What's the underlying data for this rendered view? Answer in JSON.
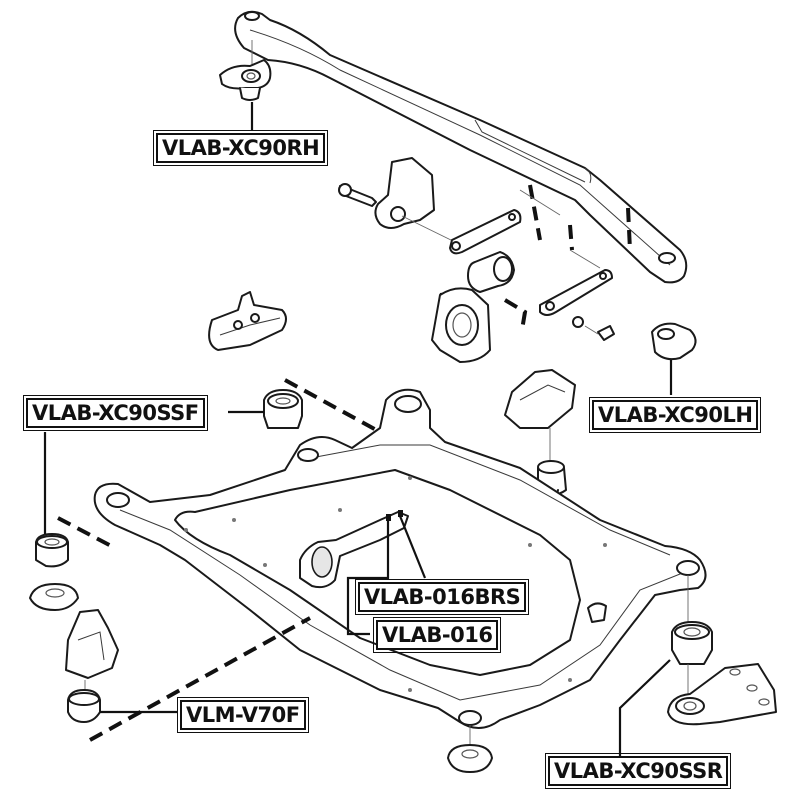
{
  "diagram": {
    "title": "Front subframe and engine mounts exploded view",
    "labels": [
      {
        "id": "xc90rh",
        "text": "VLAB-XC90RH"
      },
      {
        "id": "xc90ssf",
        "text": "VLAB-XC90SSF"
      },
      {
        "id": "xc90lh",
        "text": "VLAB-XC90LH"
      },
      {
        "id": "016brs",
        "text": "VLAB-016BRS"
      },
      {
        "id": "016",
        "text": "VLAB-016"
      },
      {
        "id": "v70f",
        "text": "VLM-V70F"
      },
      {
        "id": "xc90ssr",
        "text": "VLAB-XC90SSR"
      }
    ],
    "colors": {
      "line": "#111111",
      "background": "#ffffff"
    }
  }
}
